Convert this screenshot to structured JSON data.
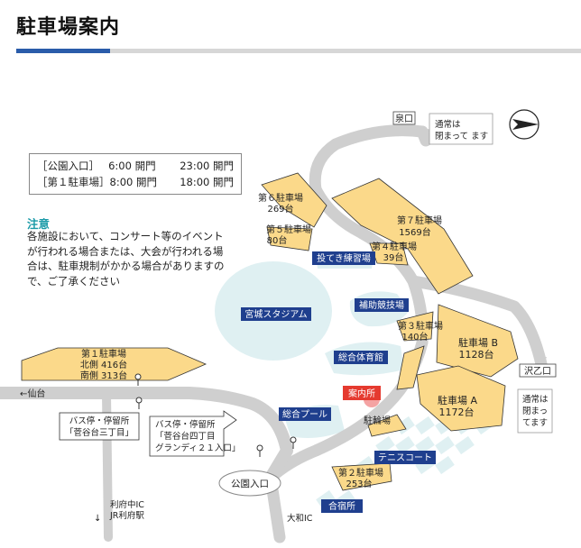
{
  "header": {
    "title": "駐車場案内"
  },
  "hours": {
    "rows": [
      {
        "label": "［公園入口］",
        "open": "6:00 開門",
        "close": "23:00 開門"
      },
      {
        "label": "［第１駐車場］",
        "open": "8:00 開門",
        "close": "18:00 開門"
      }
    ]
  },
  "notice": {
    "title": "注意",
    "body": "各施設において、コンサート等のイベントが行われる場合または、大会が行われる場合は、駐車規制がかかる場合がありますので、ご了承ください"
  },
  "map": {
    "parking": {
      "p6_name": "第６駐車場",
      "p6_count": "269台",
      "p5_name": "第５駐車場",
      "p5_count": "80台",
      "p7_name": "第７駐車場",
      "p7_count": "1569台",
      "p4_name": "第４駐車場",
      "p4_count": "39台",
      "p3_name": "第３駐車場",
      "p3_count": "140台",
      "pB_name": "駐車場 B",
      "pB_count": "1128台",
      "pA_name": "駐車場 A",
      "pA_count": "1172台",
      "p1_name": "第１駐車場",
      "p1_north": "北側 416台",
      "p1_south": "南側 313台",
      "p2_name": "第２駐車場",
      "p2_count": "253台",
      "lot": "駐輪場"
    },
    "facilities": {
      "throwing": "投てき練習場",
      "stadium": "宮城スタジアム",
      "aux_track": "補助競技場",
      "gym": "総合体育館",
      "info": "案内所",
      "pool": "総合プール",
      "tennis": "テニスコート",
      "lodge": "合宿所"
    },
    "places": {
      "izumi": "泉口",
      "izumi_note1": "通常は",
      "izumi_note2": "閉まって ます",
      "sawaotome": "沢乙口",
      "sawa_note1": "通常は",
      "sawa_note2": "閉まっ",
      "sawa_note3": "てます",
      "sendai": "←仙台",
      "bus1_line1": "バス停・停留所",
      "bus1_line2": "「菅谷台三丁目」",
      "bus2_line1": "バス停・停留所",
      "bus2_line2": "「菅谷台四丁目",
      "bus2_line3": "グランディ２１入口」",
      "park_entrance": "公園入口",
      "rifu_ic": "利府中IC",
      "jr_rifu": "JR利府駅",
      "daiwa_ic": "大和IC"
    },
    "colors": {
      "parking_fill": "#fbd98a",
      "road": "#cfcfcf",
      "facility_fill": "#dff0f2",
      "label_bg": "#1f3f8e",
      "info_bg": "#e53a2f",
      "info_dot": "#f4a3a3"
    }
  }
}
